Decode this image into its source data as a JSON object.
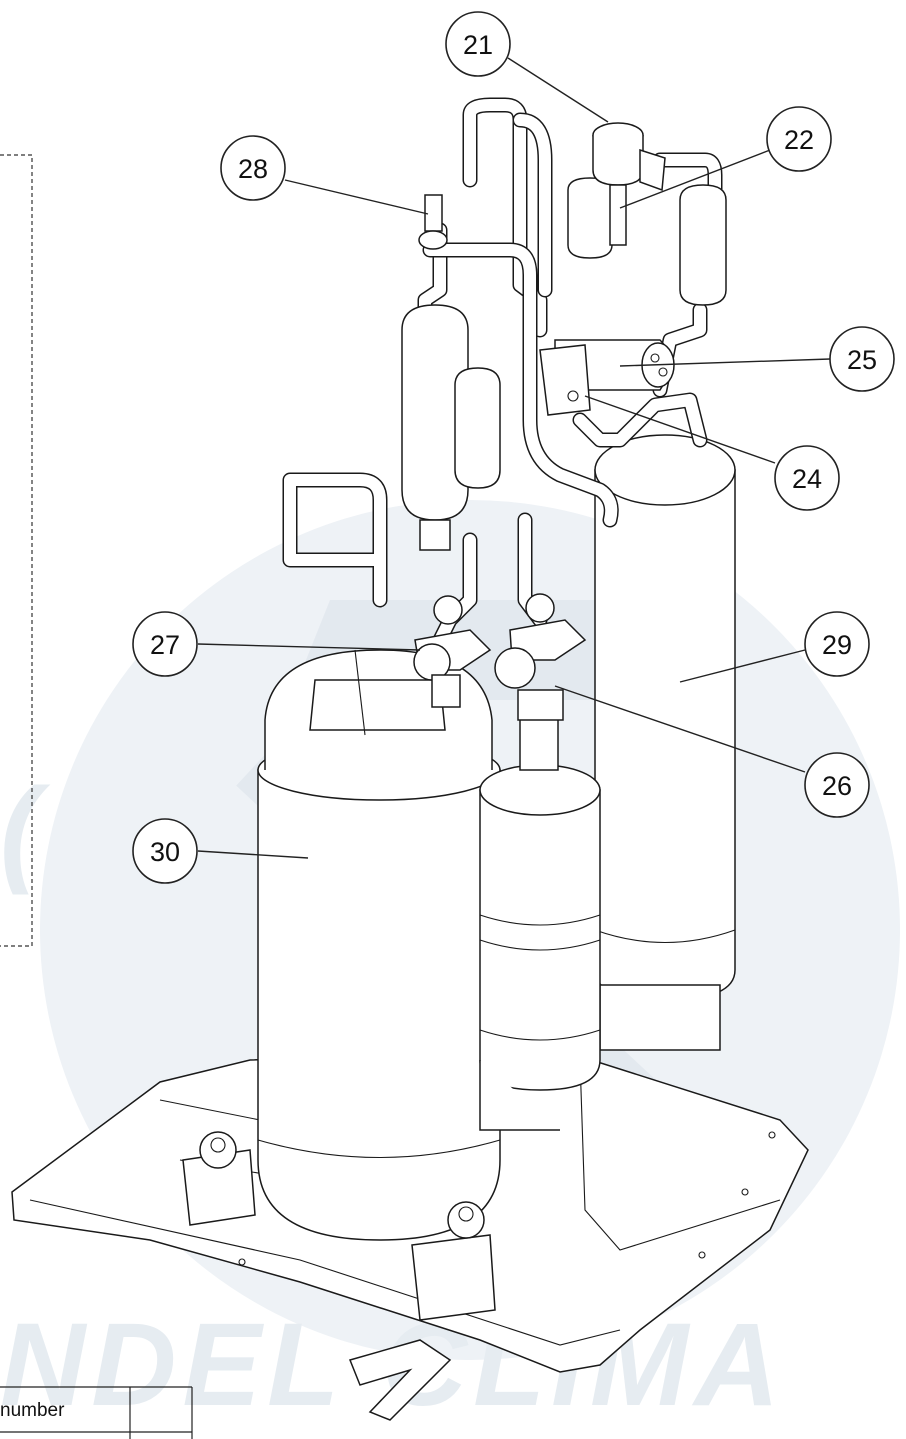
{
  "watermark": {
    "text": "NDEL CLIMA"
  },
  "callouts": [
    {
      "id": "21",
      "label": "21"
    },
    {
      "id": "22",
      "label": "22"
    },
    {
      "id": "28",
      "label": "28"
    },
    {
      "id": "25",
      "label": "25"
    },
    {
      "id": "24",
      "label": "24"
    },
    {
      "id": "27",
      "label": "27"
    },
    {
      "id": "29",
      "label": "29"
    },
    {
      "id": "26",
      "label": "26"
    },
    {
      "id": "30",
      "label": "30"
    }
  ],
  "table": {
    "header_text": "number"
  },
  "colors": {
    "line": "#1a1a1a",
    "watermark": "#e6ecf1",
    "background": "#ffffff"
  }
}
